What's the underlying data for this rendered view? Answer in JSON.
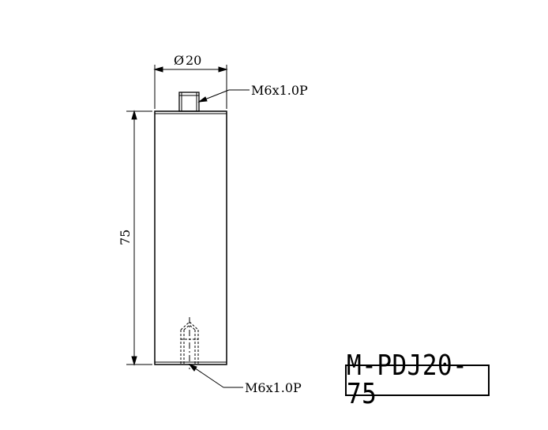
{
  "drawing": {
    "diameter_label": "20",
    "diameter_symbol": "Ø",
    "length_label": "75",
    "thread_top_label": "M6x1.0P",
    "thread_bottom_label": "M6x1.0P",
    "part_number": "M-PDJ20-75"
  }
}
